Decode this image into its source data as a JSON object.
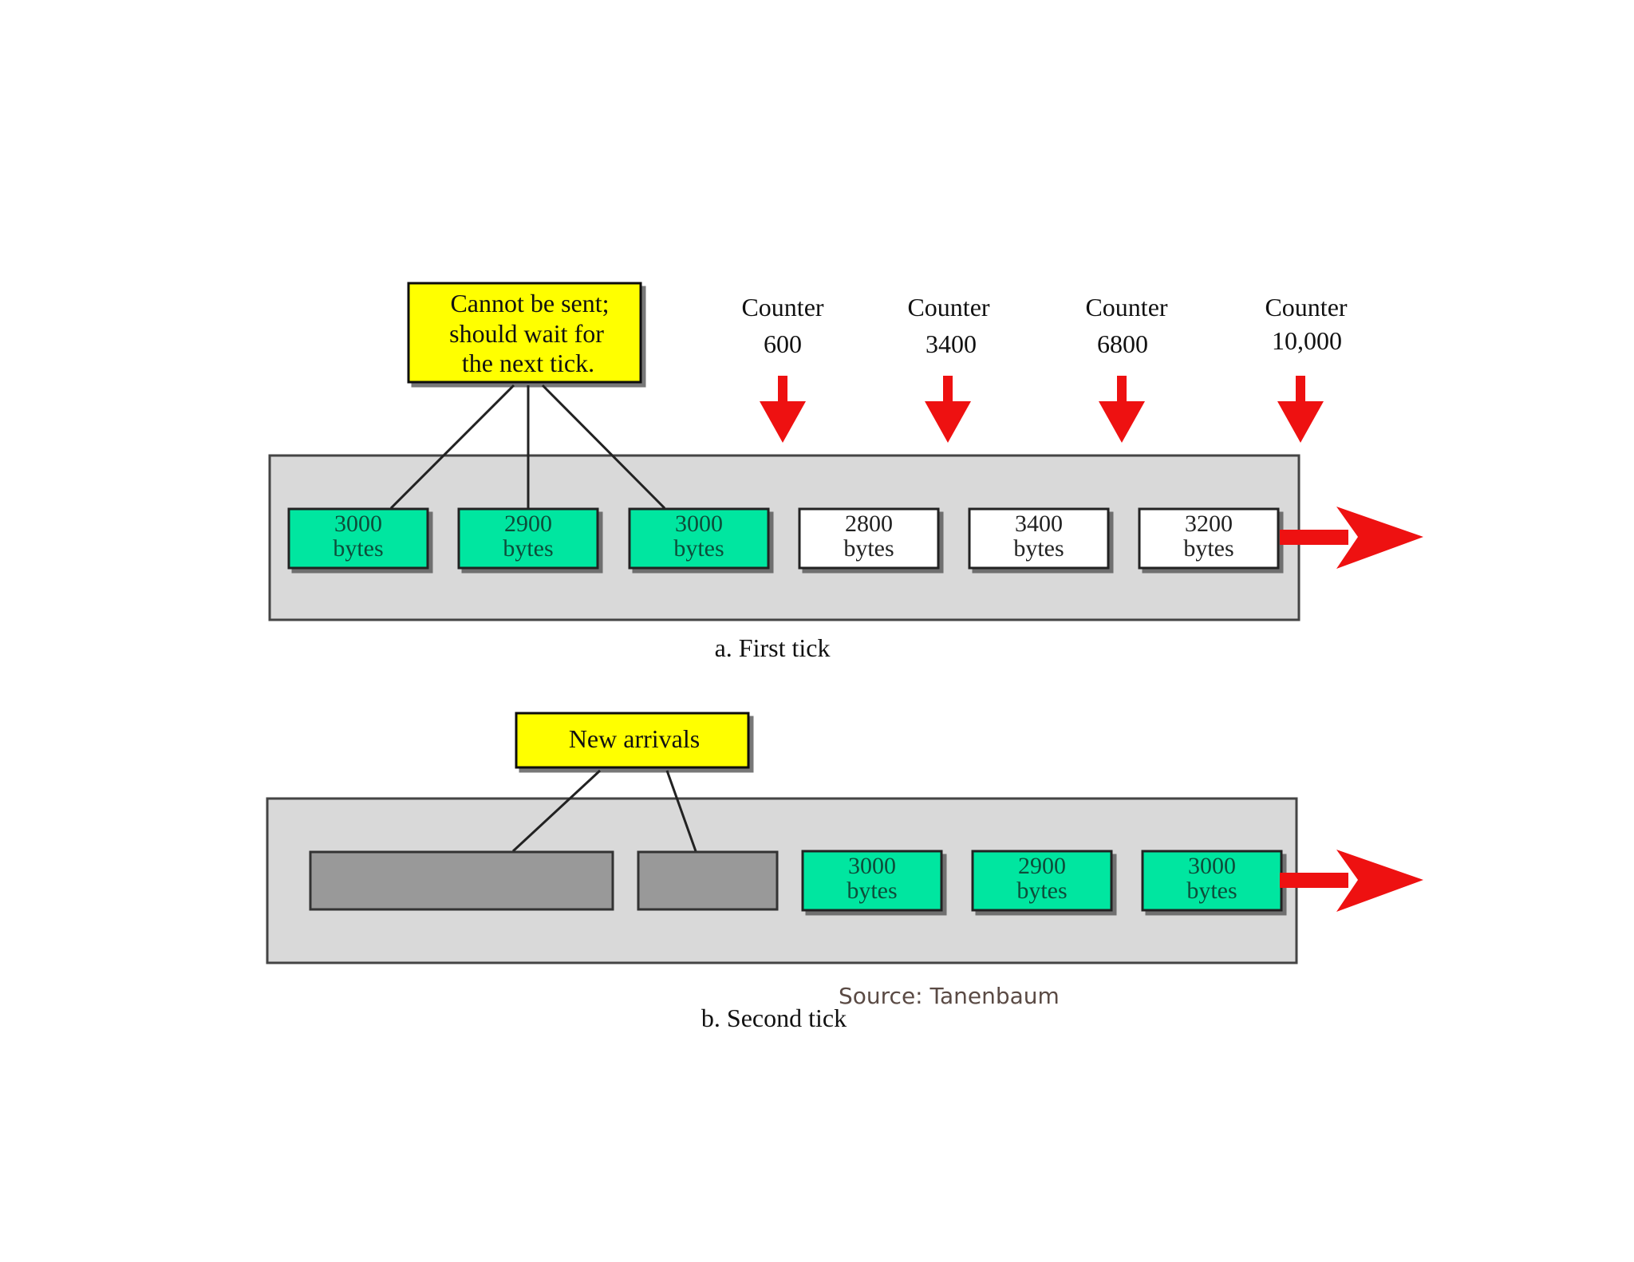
{
  "panel_a": {
    "callout": [
      "Cannot be sent;",
      "should wait for",
      "the next tick."
    ],
    "counters": [
      {
        "label": "Counter",
        "value": "600"
      },
      {
        "label": "Counter",
        "value": "3400"
      },
      {
        "label": "Counter",
        "value": "6800"
      },
      {
        "label": "Counter",
        "value": "10,000"
      }
    ],
    "packets": [
      {
        "size": "3000",
        "unit": "bytes",
        "held": true
      },
      {
        "size": "2900",
        "unit": "bytes",
        "held": true
      },
      {
        "size": "3000",
        "unit": "bytes",
        "held": true
      },
      {
        "size": "2800",
        "unit": "bytes",
        "held": false
      },
      {
        "size": "3400",
        "unit": "bytes",
        "held": false
      },
      {
        "size": "3200",
        "unit": "bytes",
        "held": false
      }
    ],
    "caption": "a. First tick"
  },
  "panel_b": {
    "callout": "New arrivals",
    "packets": [
      {
        "size": "3000",
        "unit": "bytes"
      },
      {
        "size": "2900",
        "unit": "bytes"
      },
      {
        "size": "3000",
        "unit": "bytes"
      }
    ],
    "caption": "b. Second tick"
  },
  "source": "Source: Tanenbaum",
  "colors": {
    "held_packet": "#00e6a0",
    "sent_packet": "#ffffff",
    "callout": "#ffff00",
    "arrow": "#ee1111",
    "buffer": "#d9d9d9",
    "new_arrival": "#999999"
  }
}
